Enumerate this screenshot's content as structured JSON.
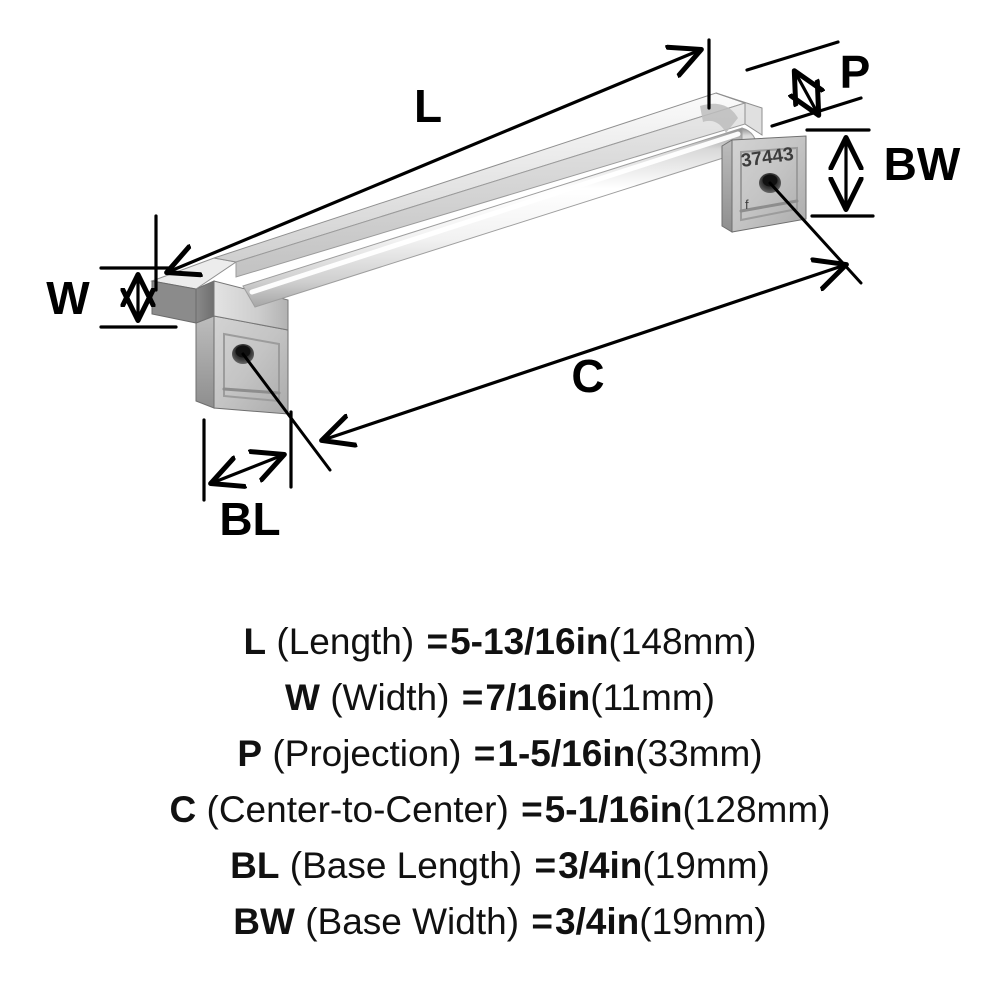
{
  "product": {
    "type": "cabinet-bar-pull-handle",
    "engraved_model_number": "37443",
    "engraved_mark": "f"
  },
  "diagram": {
    "labels": {
      "length": "L",
      "width": "W",
      "projection": "P",
      "center_to_center": "C",
      "base_length": "BL",
      "base_width": "BW"
    },
    "colors": {
      "line": "#000000",
      "background": "#ffffff",
      "metal_light": "#f4f4f4",
      "metal_mid": "#d4d4d4",
      "metal_dark": "#9a9a9a",
      "metal_shadow": "#7d7d7d",
      "hole": "#2b2b2b"
    }
  },
  "specifications": [
    {
      "abbr": "L",
      "name": "(Length)",
      "eq": "=",
      "imperial": "5-13/16in",
      "metric": "(148mm)"
    },
    {
      "abbr": "W",
      "name": "(Width)",
      "eq": "=",
      "imperial": "7/16in",
      "metric": "(11mm)"
    },
    {
      "abbr": "P",
      "name": "(Projection)",
      "eq": "=",
      "imperial": "1-5/16in",
      "metric": "(33mm)"
    },
    {
      "abbr": "C",
      "name": "(Center-to-Center)",
      "eq": "=",
      "imperial": "5-1/16in",
      "metric": "(128mm)"
    },
    {
      "abbr": "BL",
      "name": "(Base Length)",
      "eq": "=",
      "imperial": "3/4in",
      "metric": "(19mm)"
    },
    {
      "abbr": "BW",
      "name": "(Base Width)",
      "eq": "=",
      "imperial": "3/4in",
      "metric": "(19mm)"
    }
  ]
}
